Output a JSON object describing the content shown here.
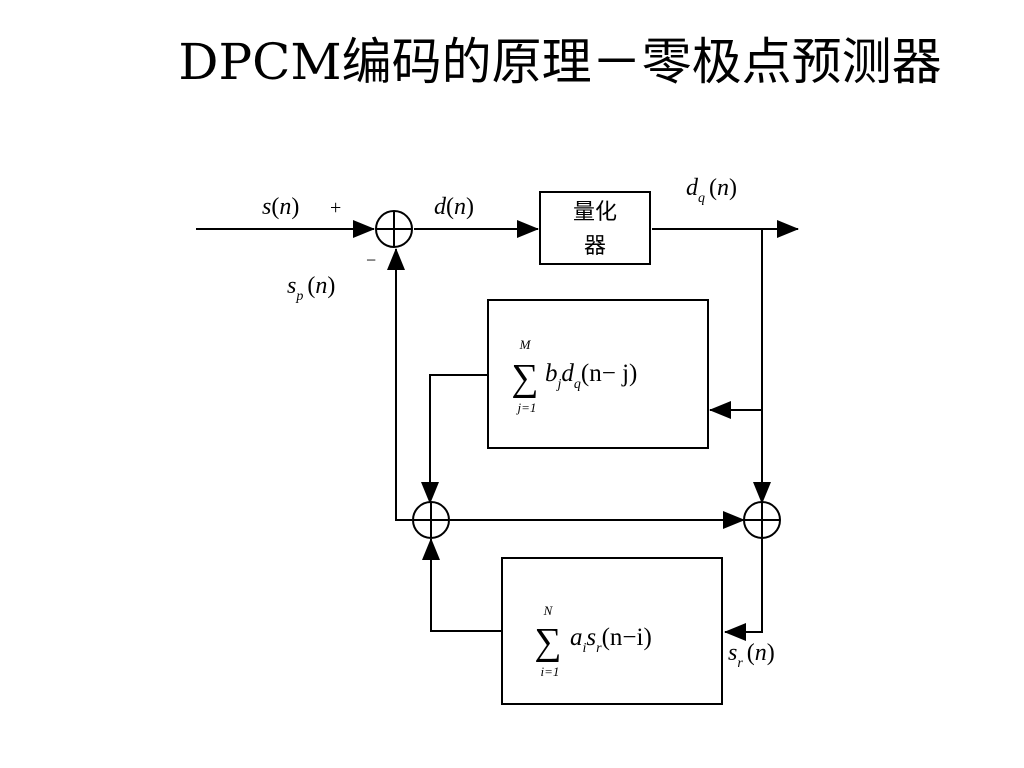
{
  "title": "DPCM编码的原理－零极点预测器",
  "signals": {
    "s": "s",
    "n": "n",
    "d": "d",
    "q": "q",
    "p": "p",
    "r": "r",
    "plus": "+",
    "minus": "−",
    "lparen": "(",
    "rparen": ")"
  },
  "quantizer": {
    "line1": "量化",
    "line2": "器"
  },
  "zero_predictor": {
    "sum": "∑",
    "upper": "M",
    "lower": "j=1",
    "b": "b",
    "j": "j",
    "d": "d",
    "q": "q",
    "arg": "(n− j)"
  },
  "pole_predictor": {
    "sum": "∑",
    "upper": "N",
    "lower": "i=1",
    "a": "a",
    "i": "i",
    "s": "s",
    "r": "r",
    "arg": "(n−i)"
  }
}
